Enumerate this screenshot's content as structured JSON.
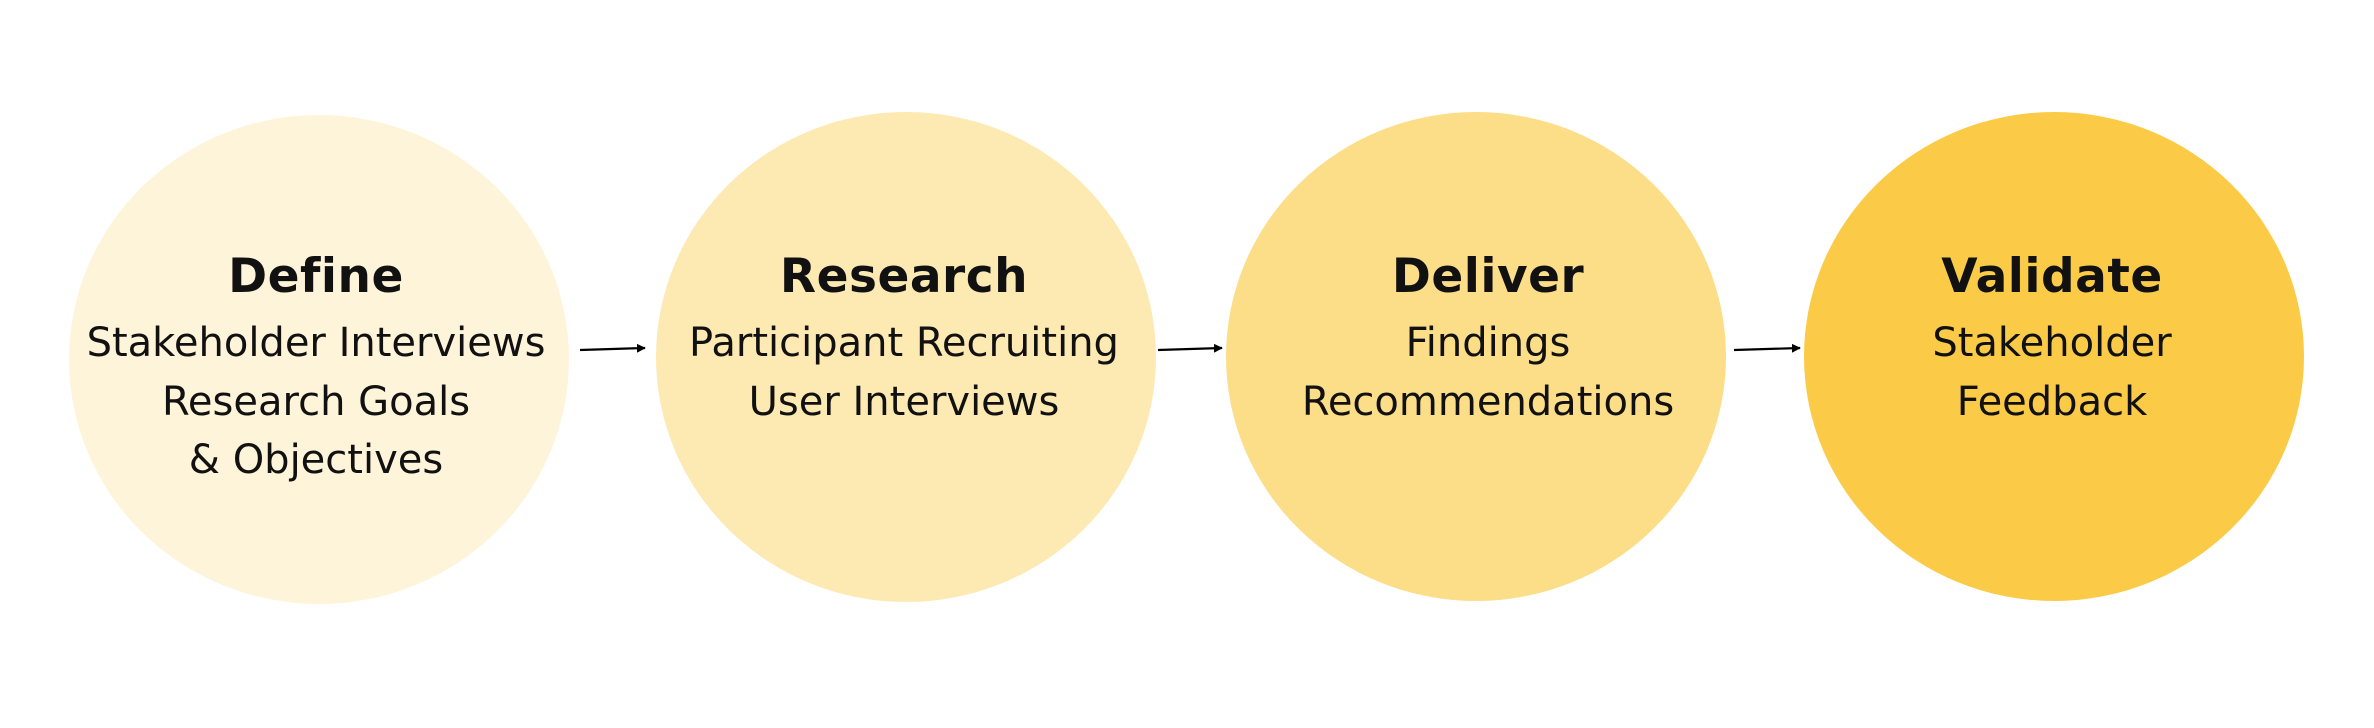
{
  "stages": [
    {
      "title": "Define",
      "items": [
        "Stakeholder Interviews",
        "Research Goals",
        "& Objectives"
      ],
      "color": "#FEF4DA"
    },
    {
      "title": "Research",
      "items": [
        "Participant Recruiting",
        "User Interviews"
      ],
      "color": "#FDE9B2"
    },
    {
      "title": "Deliver",
      "items": [
        "Findings",
        "Recommendations"
      ],
      "color": "#FCDD88"
    },
    {
      "title": "Validate",
      "items": [
        "Stakeholder",
        "Feedback"
      ],
      "color": "#FBCB47"
    }
  ],
  "arrow_color": "#000000"
}
